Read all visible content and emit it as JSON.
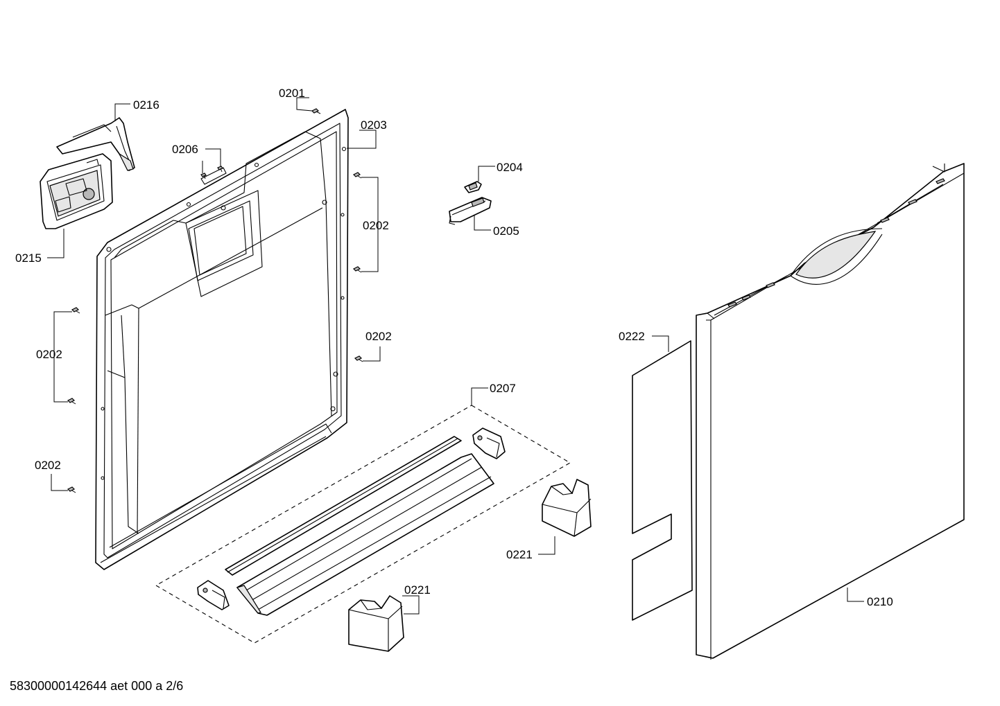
{
  "labels": {
    "l0201": "0201",
    "l0216": "0216",
    "l0203": "0203",
    "l0206": "0206",
    "l0204": "0204",
    "l0202a": "0202",
    "l0205": "0205",
    "l0215": "0215",
    "l0202b": "0202",
    "l0202c": "0202",
    "l0207": "0207",
    "l0222": "0222",
    "l0202d": "0202",
    "l0221a": "0221",
    "l0221b": "0221",
    "l0210": "0210"
  },
  "footer": "58300000142644 aet 000 a 2/6"
}
